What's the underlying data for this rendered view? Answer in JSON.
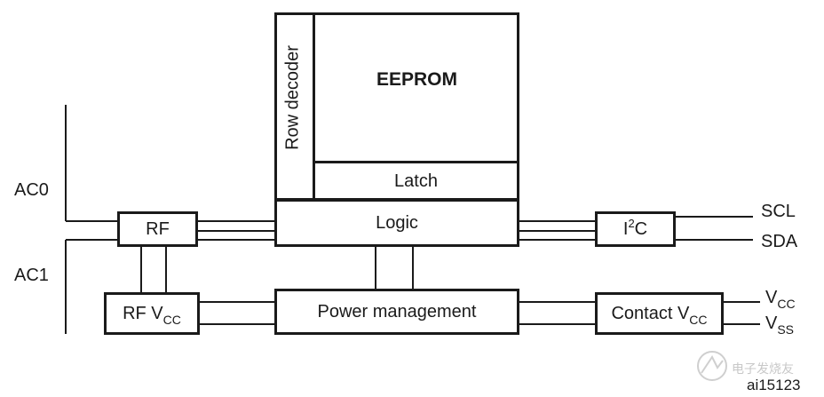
{
  "blocks": {
    "row_decoder": "Row decoder",
    "eeprom": "EEPROM",
    "latch": "Latch",
    "logic": "Logic",
    "rf": "RF",
    "rf_vcc_main": "RF V",
    "rf_vcc_sub": "CC",
    "i2c_main": "I",
    "i2c_sup": "2",
    "i2c_rest": "C",
    "power": "Power management",
    "contact_main": "Contact V",
    "contact_sub": "CC"
  },
  "pins": {
    "ac0": "AC0",
    "ac1": "AC1",
    "scl": "SCL",
    "sda": "SDA",
    "vcc_main": "V",
    "vcc_sub": "CC",
    "vss_main": "V",
    "vss_sub": "SS"
  },
  "figure_id": "ai15123",
  "watermark": "电子发烧友"
}
